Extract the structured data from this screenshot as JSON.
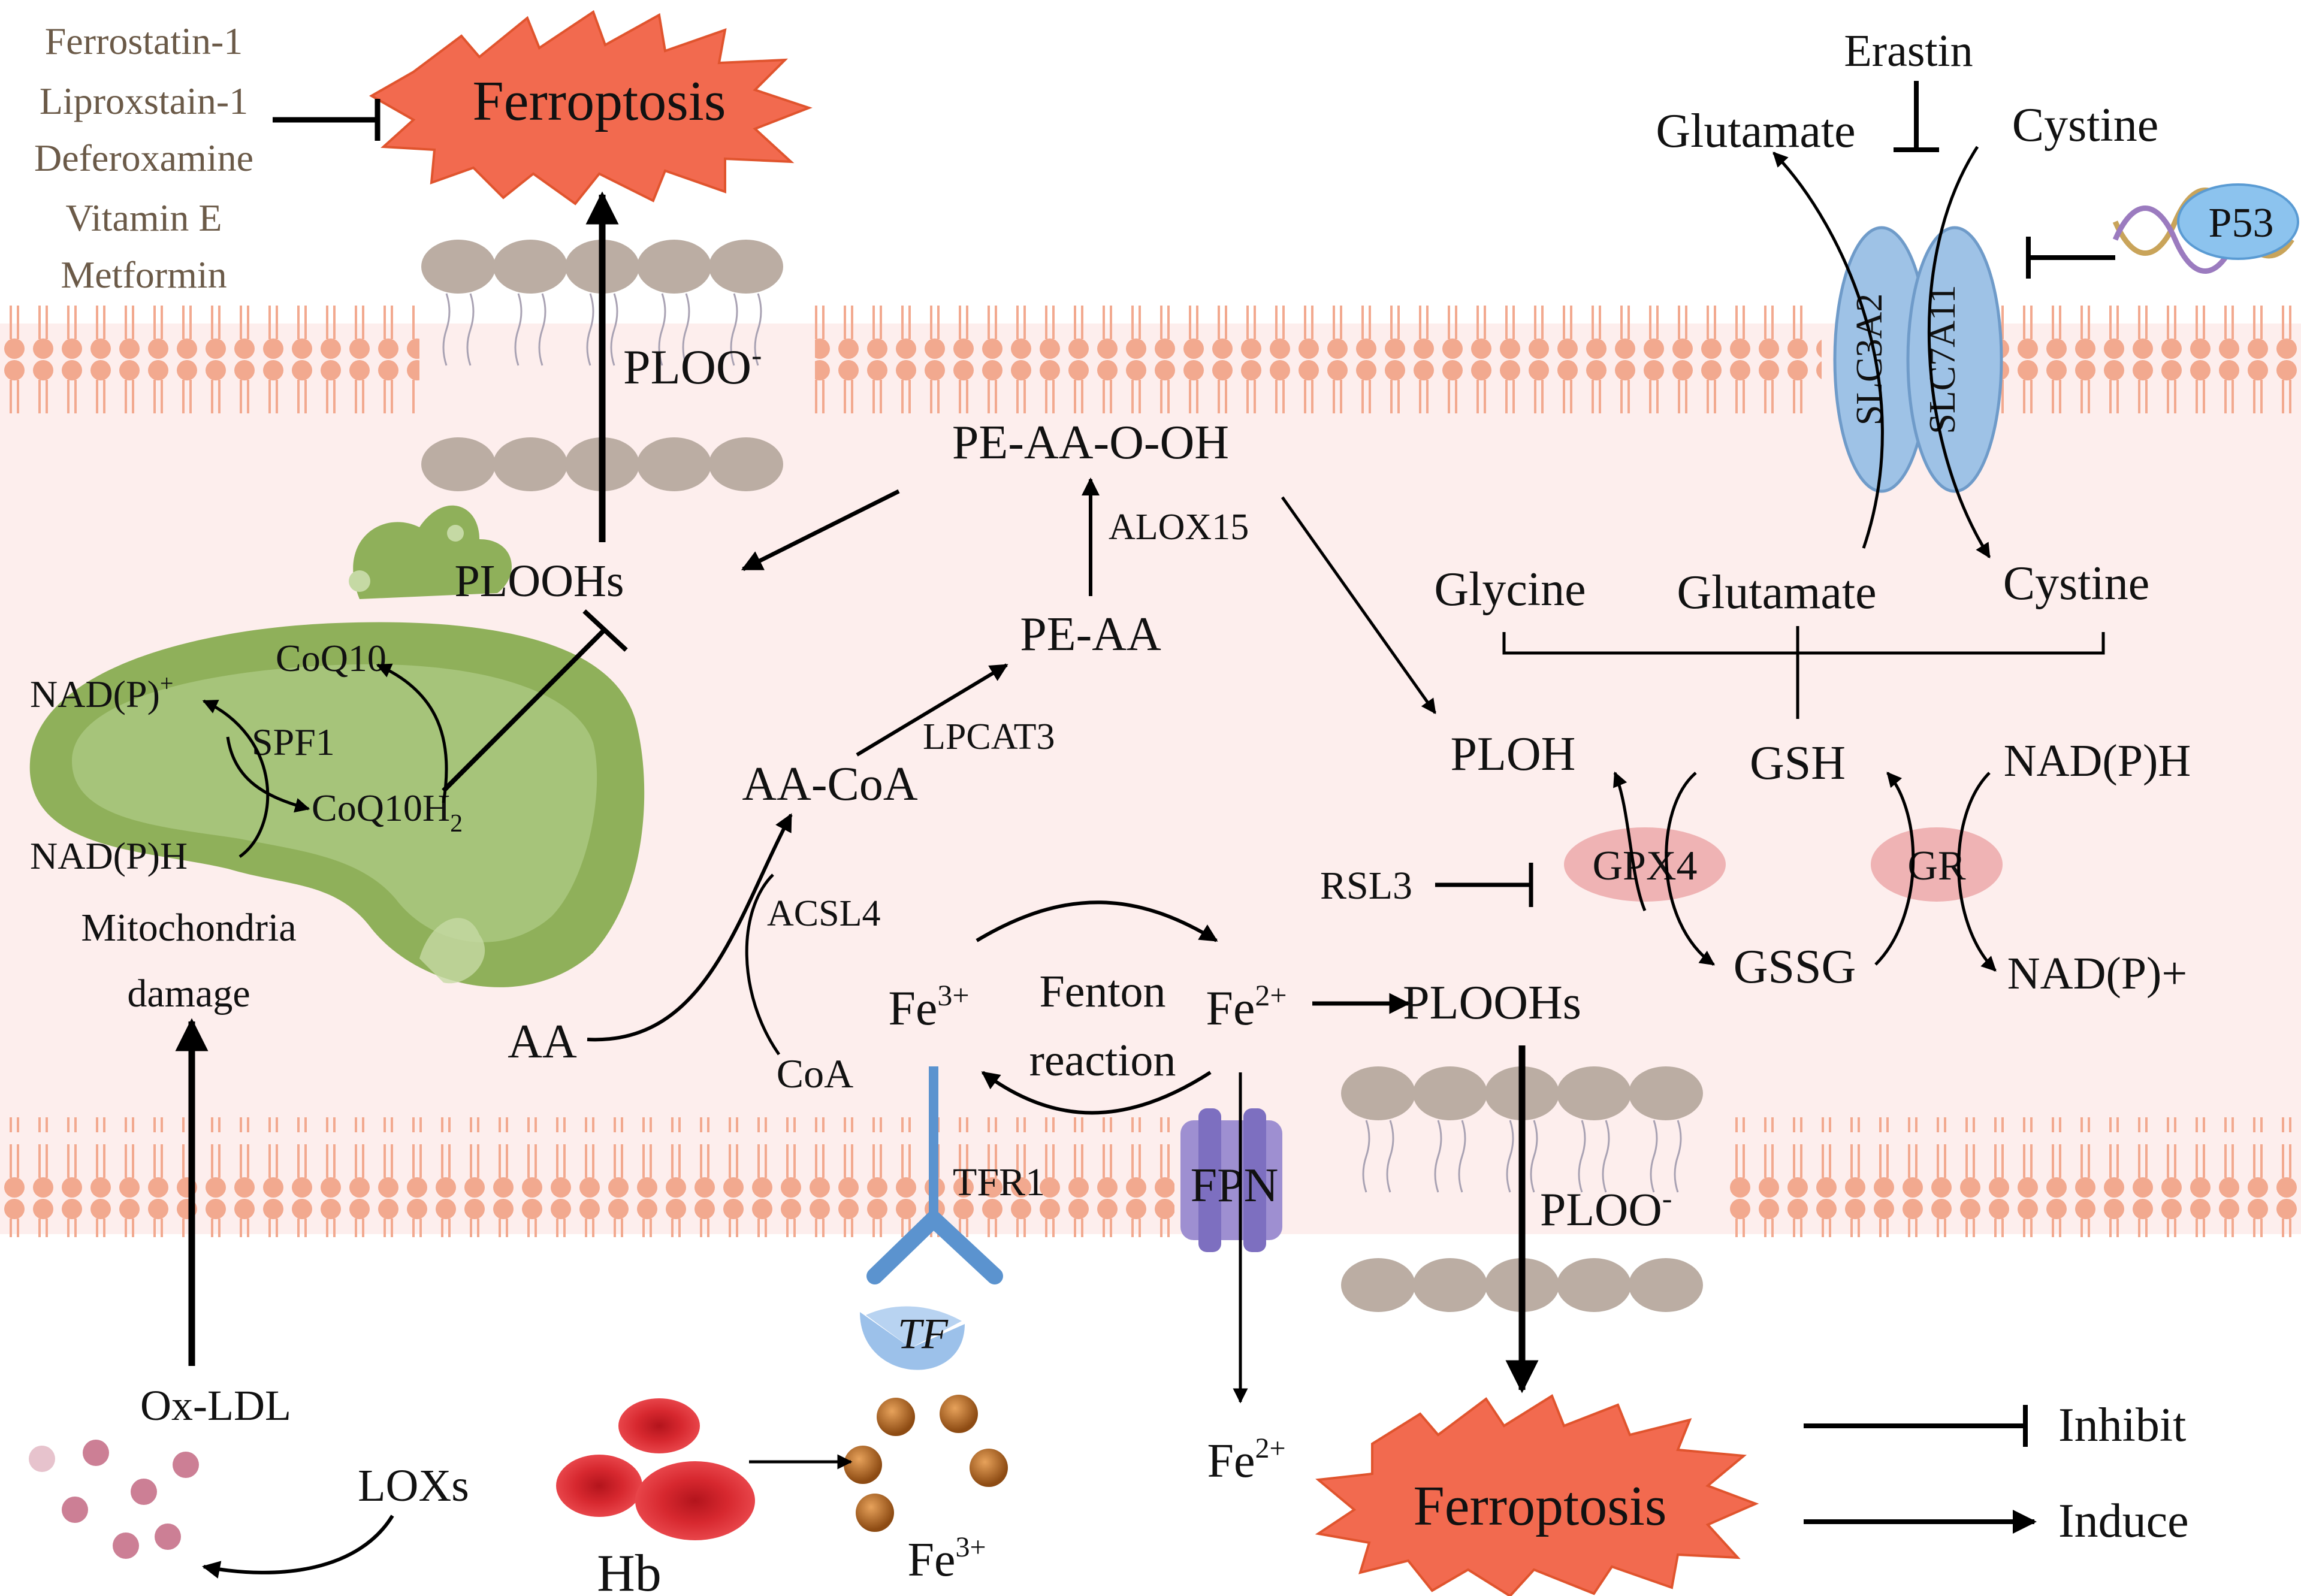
{
  "inhibitors_list": [
    "Ferrostatin-1",
    "Liproxstain-1",
    "Deferoxamine",
    "Vitamin E",
    "Metformin"
  ],
  "ferroptosis_top": "Ferroptosis",
  "ferroptosis_bottom": "Ferroptosis",
  "ploo_top": "PLOO",
  "ploo_bottom": "PLOO",
  "superscript_minus": "-",
  "plloohs_left": "PLOOHs",
  "plloohs_right": "PLOOHs",
  "erastin": "Erastin",
  "glutamate_out": "Glutamate",
  "cystine_out": "Cystine",
  "p53": "P53",
  "slc3a2": "SLC3A2",
  "slc7a11": "SLC7A11",
  "glycine": "Glycine",
  "glutamate_in": "Glutamate",
  "cystine_in": "Cystine",
  "pe_aa_o_oh": "PE-AA-O-OH",
  "alox15": "ALOX15",
  "pe_aa": "PE-AA",
  "lpcat3": "LPCAT3",
  "aa_coa": "AA-CoA",
  "acsl4": "ACSL4",
  "aa": "AA",
  "coa": "CoA",
  "ploh": "PLOH",
  "gsh": "GSH",
  "nadph_gr": "NAD(P)H",
  "nadp_plus_gr": "NAD(P)+",
  "gpx4": "GPX4",
  "gr": "GR",
  "rsl3": "RSL3",
  "gssg": "GSSG",
  "fe3_fenton": "Fe",
  "fe3_sup": "3+",
  "fe2_fenton": "Fe",
  "fe2_sup": "2+",
  "fenton_line1": "Fenton",
  "fenton_line2": "reaction",
  "tfr1": "TFR1",
  "fpn": "FPN",
  "tf": "TF",
  "fe2_out": "Fe",
  "fe2_out_sup": "2+",
  "fe3_out": "Fe",
  "fe3_out_sup": "3+",
  "hb": "Hb",
  "ox_ldl": "Ox-LDL",
  "loxs": "LOXs",
  "mito_nadp_plus": "NAD(P)",
  "mito_nadp_plus_sup": "+",
  "mito_nadph": "NAD(P)H",
  "coq10": "CoQ10",
  "coq10h2": "CoQ10H",
  "coq10h2_sub": "2",
  "spf1": "SPF1",
  "mito_damage_line1": "Mitochondria",
  "mito_damage_line2": "damage",
  "legend_inhibit": "Inhibit",
  "legend_induce": "Induce"
}
